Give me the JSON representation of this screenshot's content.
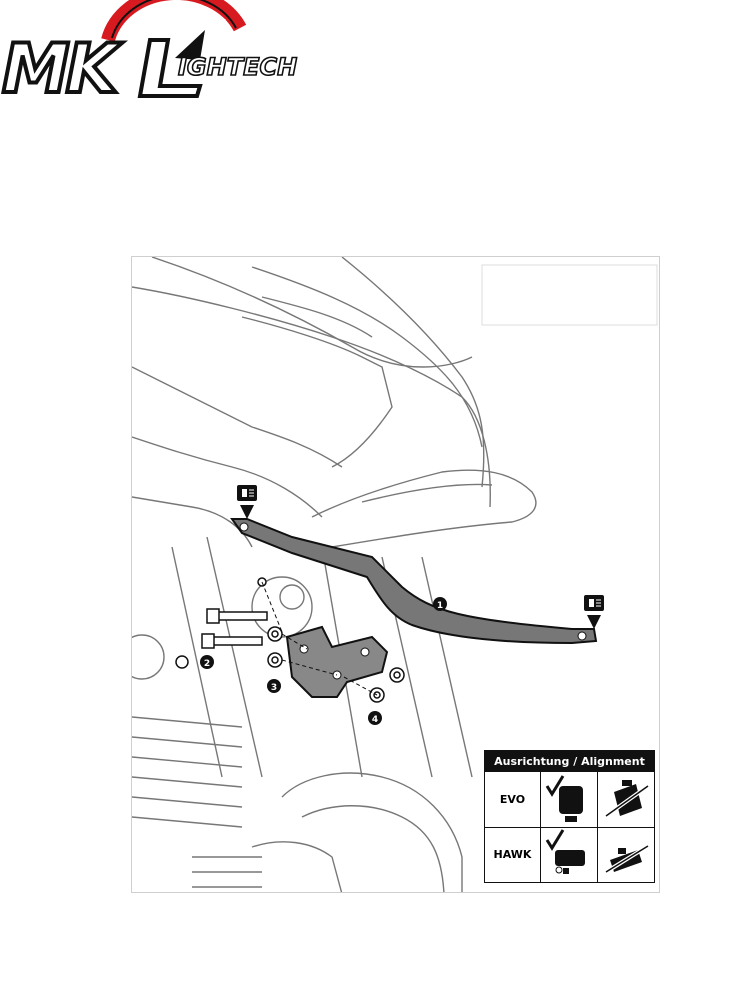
{
  "logo": {
    "brand_prefix": "MK",
    "brand_suffix": "IGHTECH",
    "colors": {
      "red": "#d71920",
      "black": "#111111"
    }
  },
  "diagram": {
    "callouts": [
      "1",
      "2",
      "3",
      "4"
    ],
    "lamp_marker_icon": "headlight-icon"
  },
  "alignment_table": {
    "title": "Ausrichtung / Alignment",
    "rows": [
      {
        "label": "EVO",
        "correct_icon": "evo-upright-lamp-icon",
        "wrong_icon": "evo-tilted-lamp-icon"
      },
      {
        "label": "HAWK",
        "correct_icon": "hawk-upright-lamp-icon",
        "wrong_icon": "hawk-tilted-lamp-icon"
      }
    ],
    "correct_mark": "check-icon",
    "wrong_mark": "strike-icon"
  }
}
